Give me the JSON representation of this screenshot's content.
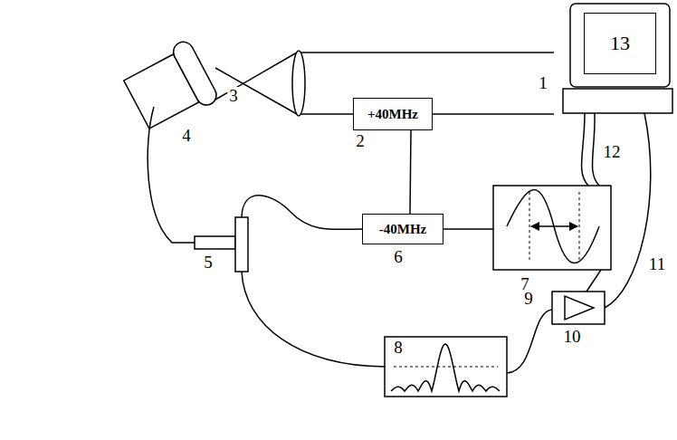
{
  "diagram": {
    "nodes": [
      {
        "text": [
          "+40MHz"
        ]
      },
      {
        "text": [
          "-40MHz"
        ]
      },
      {
        "text": [
          "13"
        ]
      }
    ],
    "edges": [
      {
        "from": 0,
        "to": 1,
        "arrow": "none"
      }
    ],
    "labels": [
      "1",
      "2",
      "3",
      "4",
      "5",
      "6",
      "7",
      "8",
      "9",
      "10",
      "11",
      "12"
    ]
  }
}
